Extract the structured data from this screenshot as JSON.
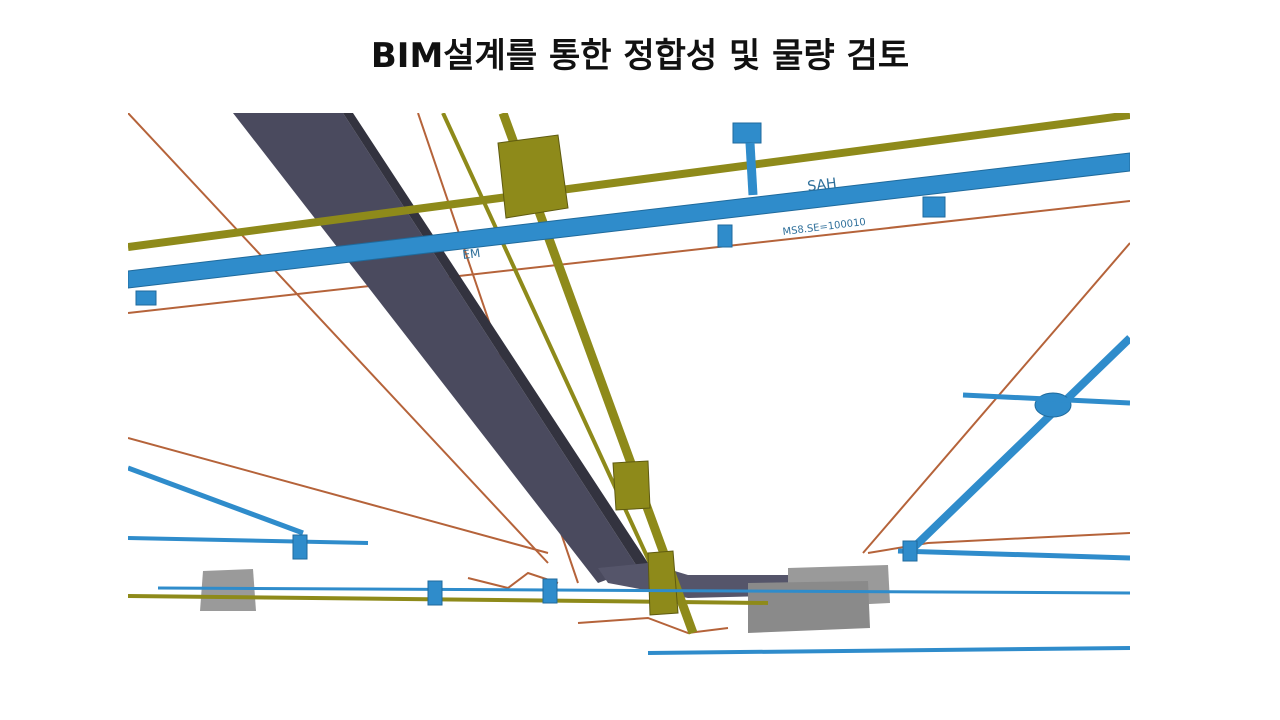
{
  "slide": {
    "title": "BIM설계를 통한 정합성 및 물량 검토"
  },
  "figure": {
    "labels": {
      "pipe_main": "SAH",
      "pipe_spec": "MS8.SE=100010",
      "pipe_left": "EM"
    },
    "colors": {
      "duct": "#4a4a5e",
      "water_pipe": "#2f8ccb",
      "gas_pipe": "#8e8a1a",
      "electrical_conduit": "#b5633a",
      "equipment": "#9a9a9a"
    }
  }
}
